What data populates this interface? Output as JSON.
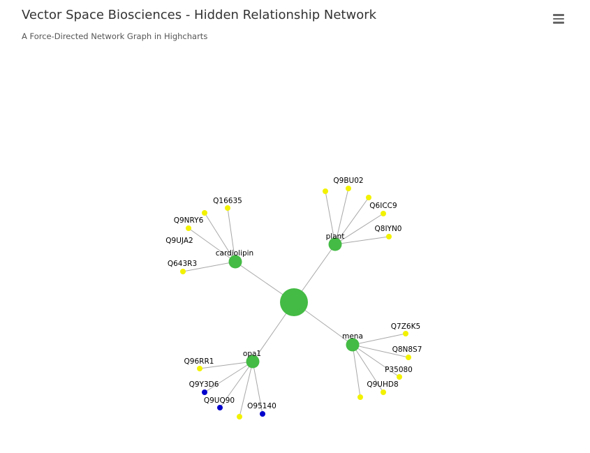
{
  "header": {
    "title": "Vector Space Biosciences - Hidden Relationship Network",
    "subtitle": "A Force-Directed Network Graph in Highcharts",
    "menu_icon": "hamburger-menu-icon"
  },
  "colors": {
    "edge": "#a8a8a8",
    "hub": "#44bb44",
    "yellow_leaf": "#f2f200",
    "blue_leaf": "#0000cc"
  },
  "chart_data": {
    "type": "network",
    "nodes": [
      {
        "id": "root",
        "label": "",
        "group": "root"
      },
      {
        "id": "cardiolipin",
        "label": "cardiolipin",
        "group": "hub"
      },
      {
        "id": "plant",
        "label": "plant",
        "group": "hub"
      },
      {
        "id": "mena",
        "label": "mena",
        "group": "hub"
      },
      {
        "id": "opa1",
        "label": "opa1",
        "group": "hub"
      },
      {
        "id": "Q16635",
        "label": "Q16635",
        "group": "yellow"
      },
      {
        "id": "Q9NRY6",
        "label": "Q9NRY6",
        "group": "yellow"
      },
      {
        "id": "Q9UJA2",
        "label": "Q9UJA2",
        "group": "yellow"
      },
      {
        "id": "Q643R3",
        "label": "Q643R3",
        "group": "yellow"
      },
      {
        "id": "Q9BU02",
        "label": "Q9BU02",
        "group": "yellow"
      },
      {
        "id": "Q6ICC9",
        "label": "Q6ICC9",
        "group": "yellow"
      },
      {
        "id": "Q8IYN0",
        "label": "Q8IYN0",
        "group": "yellow"
      },
      {
        "id": "plant_leaf_a",
        "label": "",
        "group": "yellow"
      },
      {
        "id": "plant_leaf_b",
        "label": "",
        "group": "yellow"
      },
      {
        "id": "Q7Z6K5",
        "label": "Q7Z6K5",
        "group": "yellow"
      },
      {
        "id": "Q8N8S7",
        "label": "Q8N8S7",
        "group": "yellow"
      },
      {
        "id": "P35080",
        "label": "P35080",
        "group": "yellow"
      },
      {
        "id": "Q9UHD8",
        "label": "Q9UHD8",
        "group": "yellow"
      },
      {
        "id": "mena_leaf_a",
        "label": "",
        "group": "yellow"
      },
      {
        "id": "Q96RR1",
        "label": "Q96RR1",
        "group": "yellow"
      },
      {
        "id": "Q9Y3D6",
        "label": "Q9Y3D6",
        "group": "blue"
      },
      {
        "id": "Q9UQ90",
        "label": "Q9UQ90",
        "group": "blue"
      },
      {
        "id": "O95140",
        "label": "O95140",
        "group": "blue"
      },
      {
        "id": "opa1_leaf_a",
        "label": "",
        "group": "yellow"
      }
    ],
    "edges": [
      [
        "root",
        "cardiolipin"
      ],
      [
        "root",
        "plant"
      ],
      [
        "root",
        "mena"
      ],
      [
        "root",
        "opa1"
      ],
      [
        "cardiolipin",
        "Q16635"
      ],
      [
        "cardiolipin",
        "Q9NRY6"
      ],
      [
        "cardiolipin",
        "Q9UJA2"
      ],
      [
        "cardiolipin",
        "Q643R3"
      ],
      [
        "plant",
        "Q9BU02"
      ],
      [
        "plant",
        "Q6ICC9"
      ],
      [
        "plant",
        "Q8IYN0"
      ],
      [
        "plant",
        "plant_leaf_a"
      ],
      [
        "plant",
        "plant_leaf_b"
      ],
      [
        "mena",
        "Q7Z6K5"
      ],
      [
        "mena",
        "Q8N8S7"
      ],
      [
        "mena",
        "P35080"
      ],
      [
        "mena",
        "Q9UHD8"
      ],
      [
        "mena",
        "mena_leaf_a"
      ],
      [
        "opa1",
        "Q96RR1"
      ],
      [
        "opa1",
        "Q9Y3D6"
      ],
      [
        "opa1",
        "Q9UQ90"
      ],
      [
        "opa1",
        "O95140"
      ],
      [
        "opa1",
        "opa1_leaf_a"
      ]
    ]
  }
}
